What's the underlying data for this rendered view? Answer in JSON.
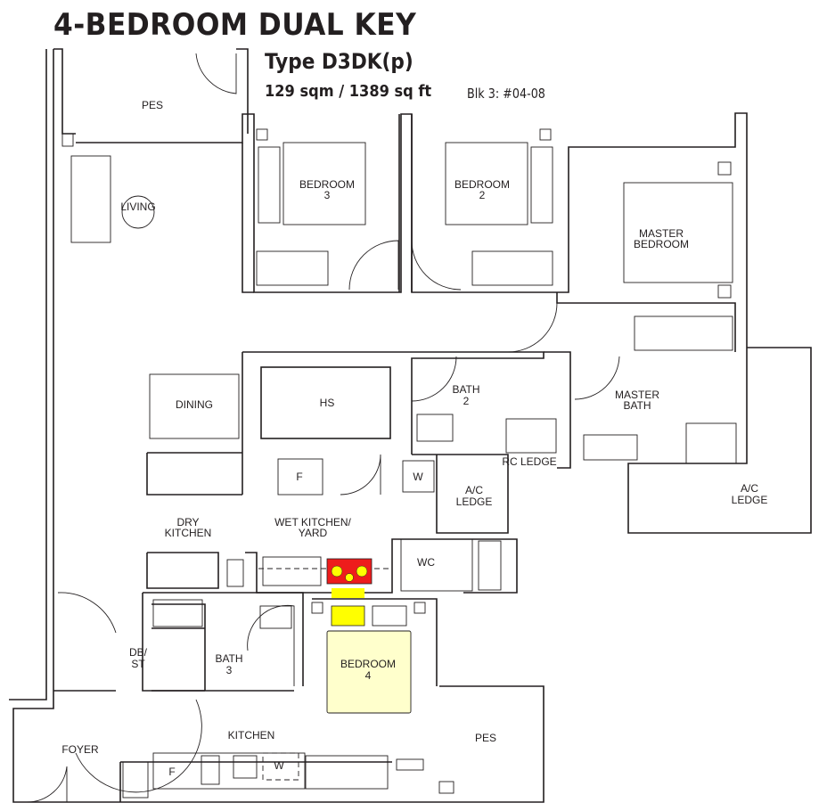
{
  "header": {
    "title": "4-BEDROOM DUAL KEY",
    "type": "Type D3DK(p)",
    "area": "129 sqm / 1389 sq ft",
    "block_unit": "Blk 3: #04-08"
  },
  "rooms": {
    "pes_top": "PES",
    "living": "LIVING",
    "bedroom3": [
      "BEDROOM",
      "3"
    ],
    "bedroom2": [
      "BEDROOM",
      "2"
    ],
    "master_bedroom": [
      "MASTER",
      "BEDROOM"
    ],
    "dining": "DINING",
    "hs": "HS",
    "bath2": [
      "BATH",
      "2"
    ],
    "master_bath": [
      "MASTER",
      "BATH"
    ],
    "rc_ledge": "RC LEDGE",
    "fridge_wet": "F",
    "washer_wet": "W",
    "ac_ledge_mid": [
      "A/C",
      "LEDGE"
    ],
    "ac_ledge_right": [
      "A/C",
      "LEDGE"
    ],
    "dry_kitchen": [
      "DRY",
      "KITCHEN"
    ],
    "wet_kitchen": [
      "WET KITCHEN/",
      "YARD"
    ],
    "wc": "WC",
    "db_st": [
      "DB/",
      "ST"
    ],
    "bath3": [
      "BATH",
      "3"
    ],
    "bedroom4": [
      "BEDROOM",
      "4"
    ],
    "foyer": "FOYER",
    "kitchen": "KITCHEN",
    "pes_bottom": "PES",
    "fridge_kitchen": "F",
    "washer_kitchen": "W"
  },
  "colors": {
    "hob_highlight": "#ee1c1c",
    "highlight_yellow": "#ffff00",
    "bedroom4_fill": "#ffffcc"
  }
}
